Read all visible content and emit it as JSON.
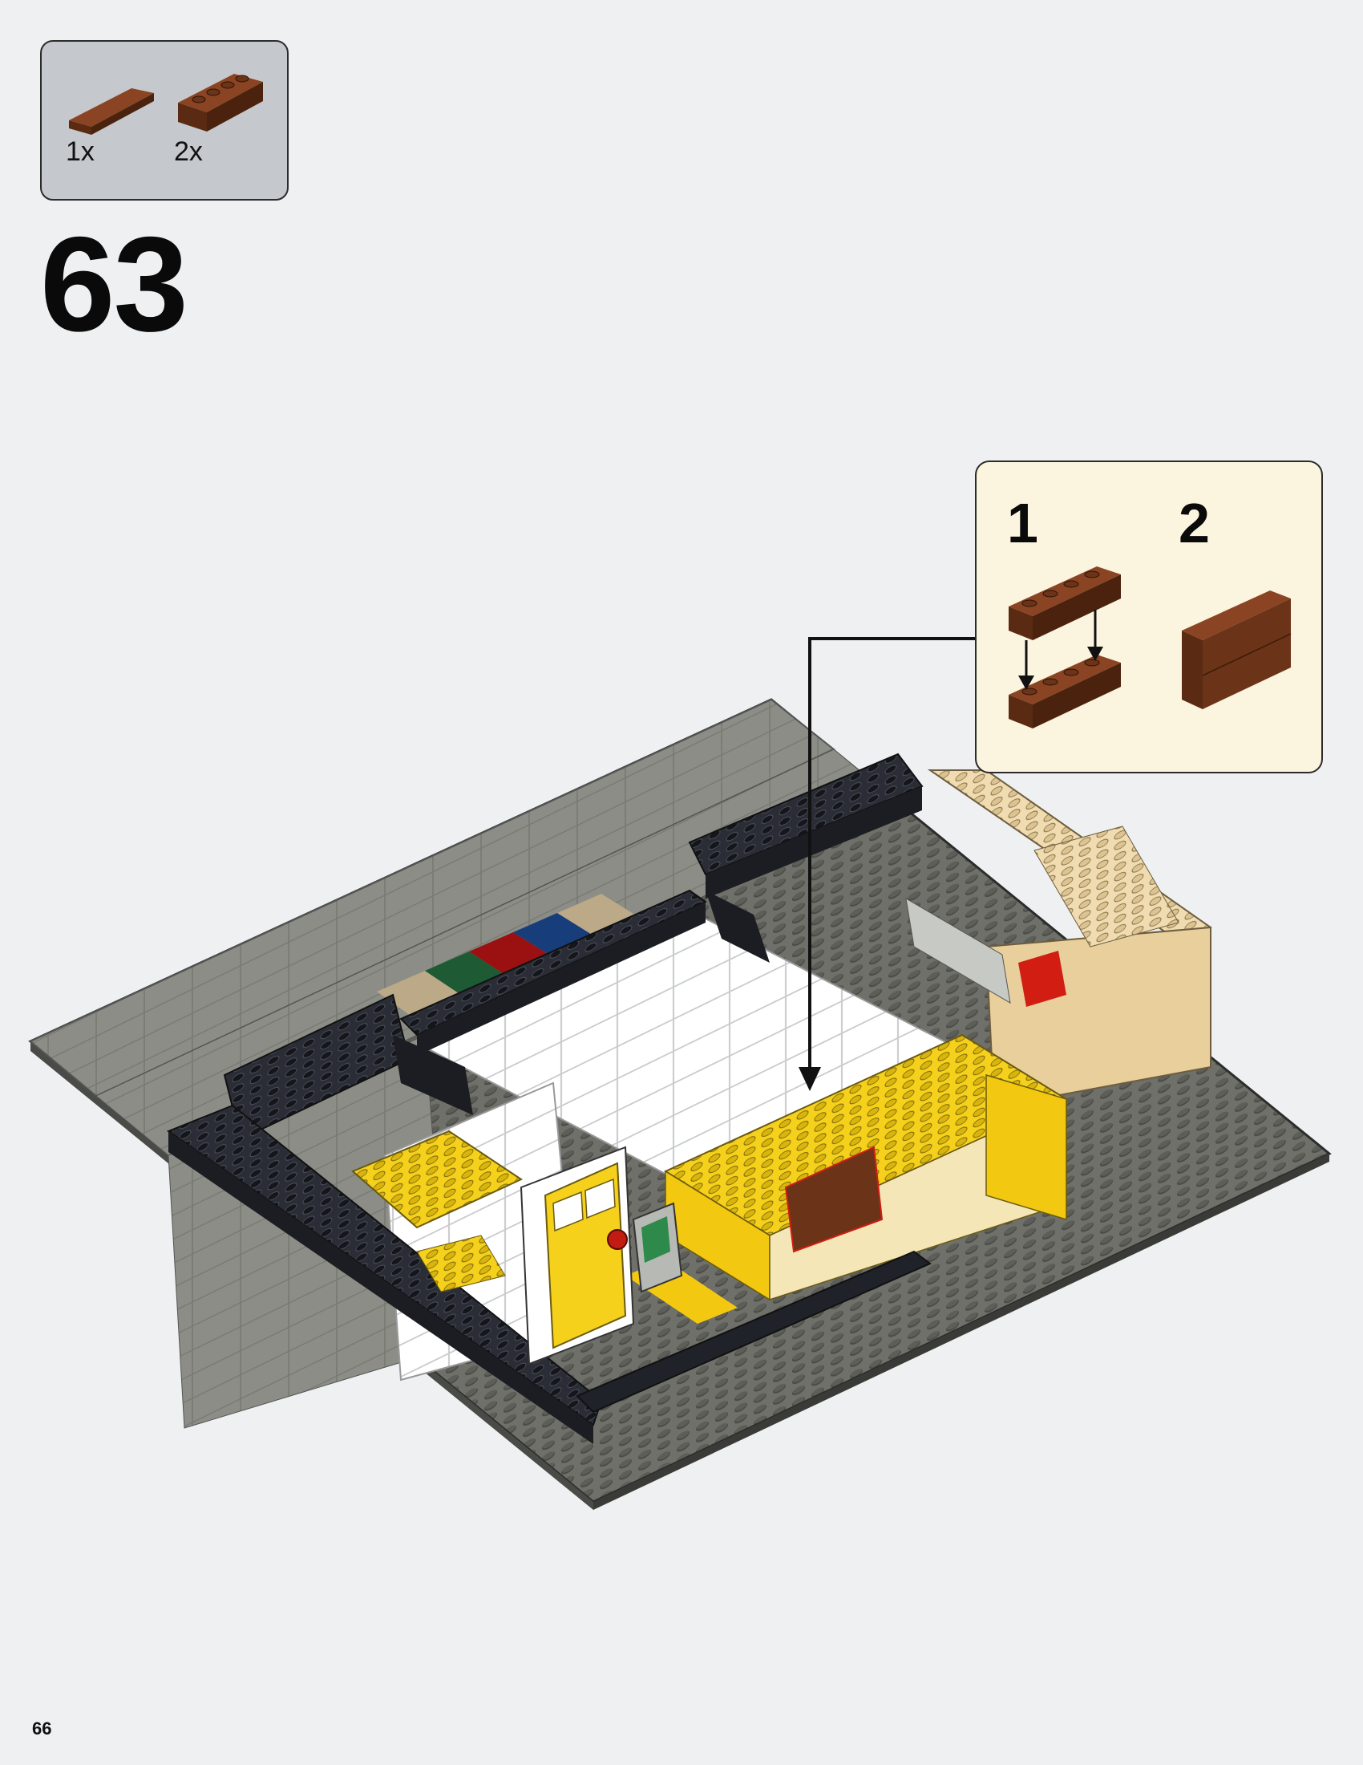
{
  "parts_list": {
    "items": [
      {
        "part": "reddish-brown-plate-1x4",
        "quantity": "1x"
      },
      {
        "part": "reddish-brown-brick-1x4",
        "quantity": "2x"
      }
    ]
  },
  "step": {
    "number": "63"
  },
  "sub_assembly": {
    "steps": [
      {
        "number": "1"
      },
      {
        "number": "2"
      }
    ]
  },
  "colors": {
    "reddish_brown": "#6b3318",
    "baseplate": "#6f706a",
    "tile": "#8b8d86",
    "yellow": "#f5d11c",
    "tan": "#e8cf9c",
    "black": "#22252c",
    "white": "#ffffff",
    "callout_bg": "#fbf4de",
    "parts_bg": "#c5c8cc"
  },
  "page": {
    "number": "66"
  }
}
